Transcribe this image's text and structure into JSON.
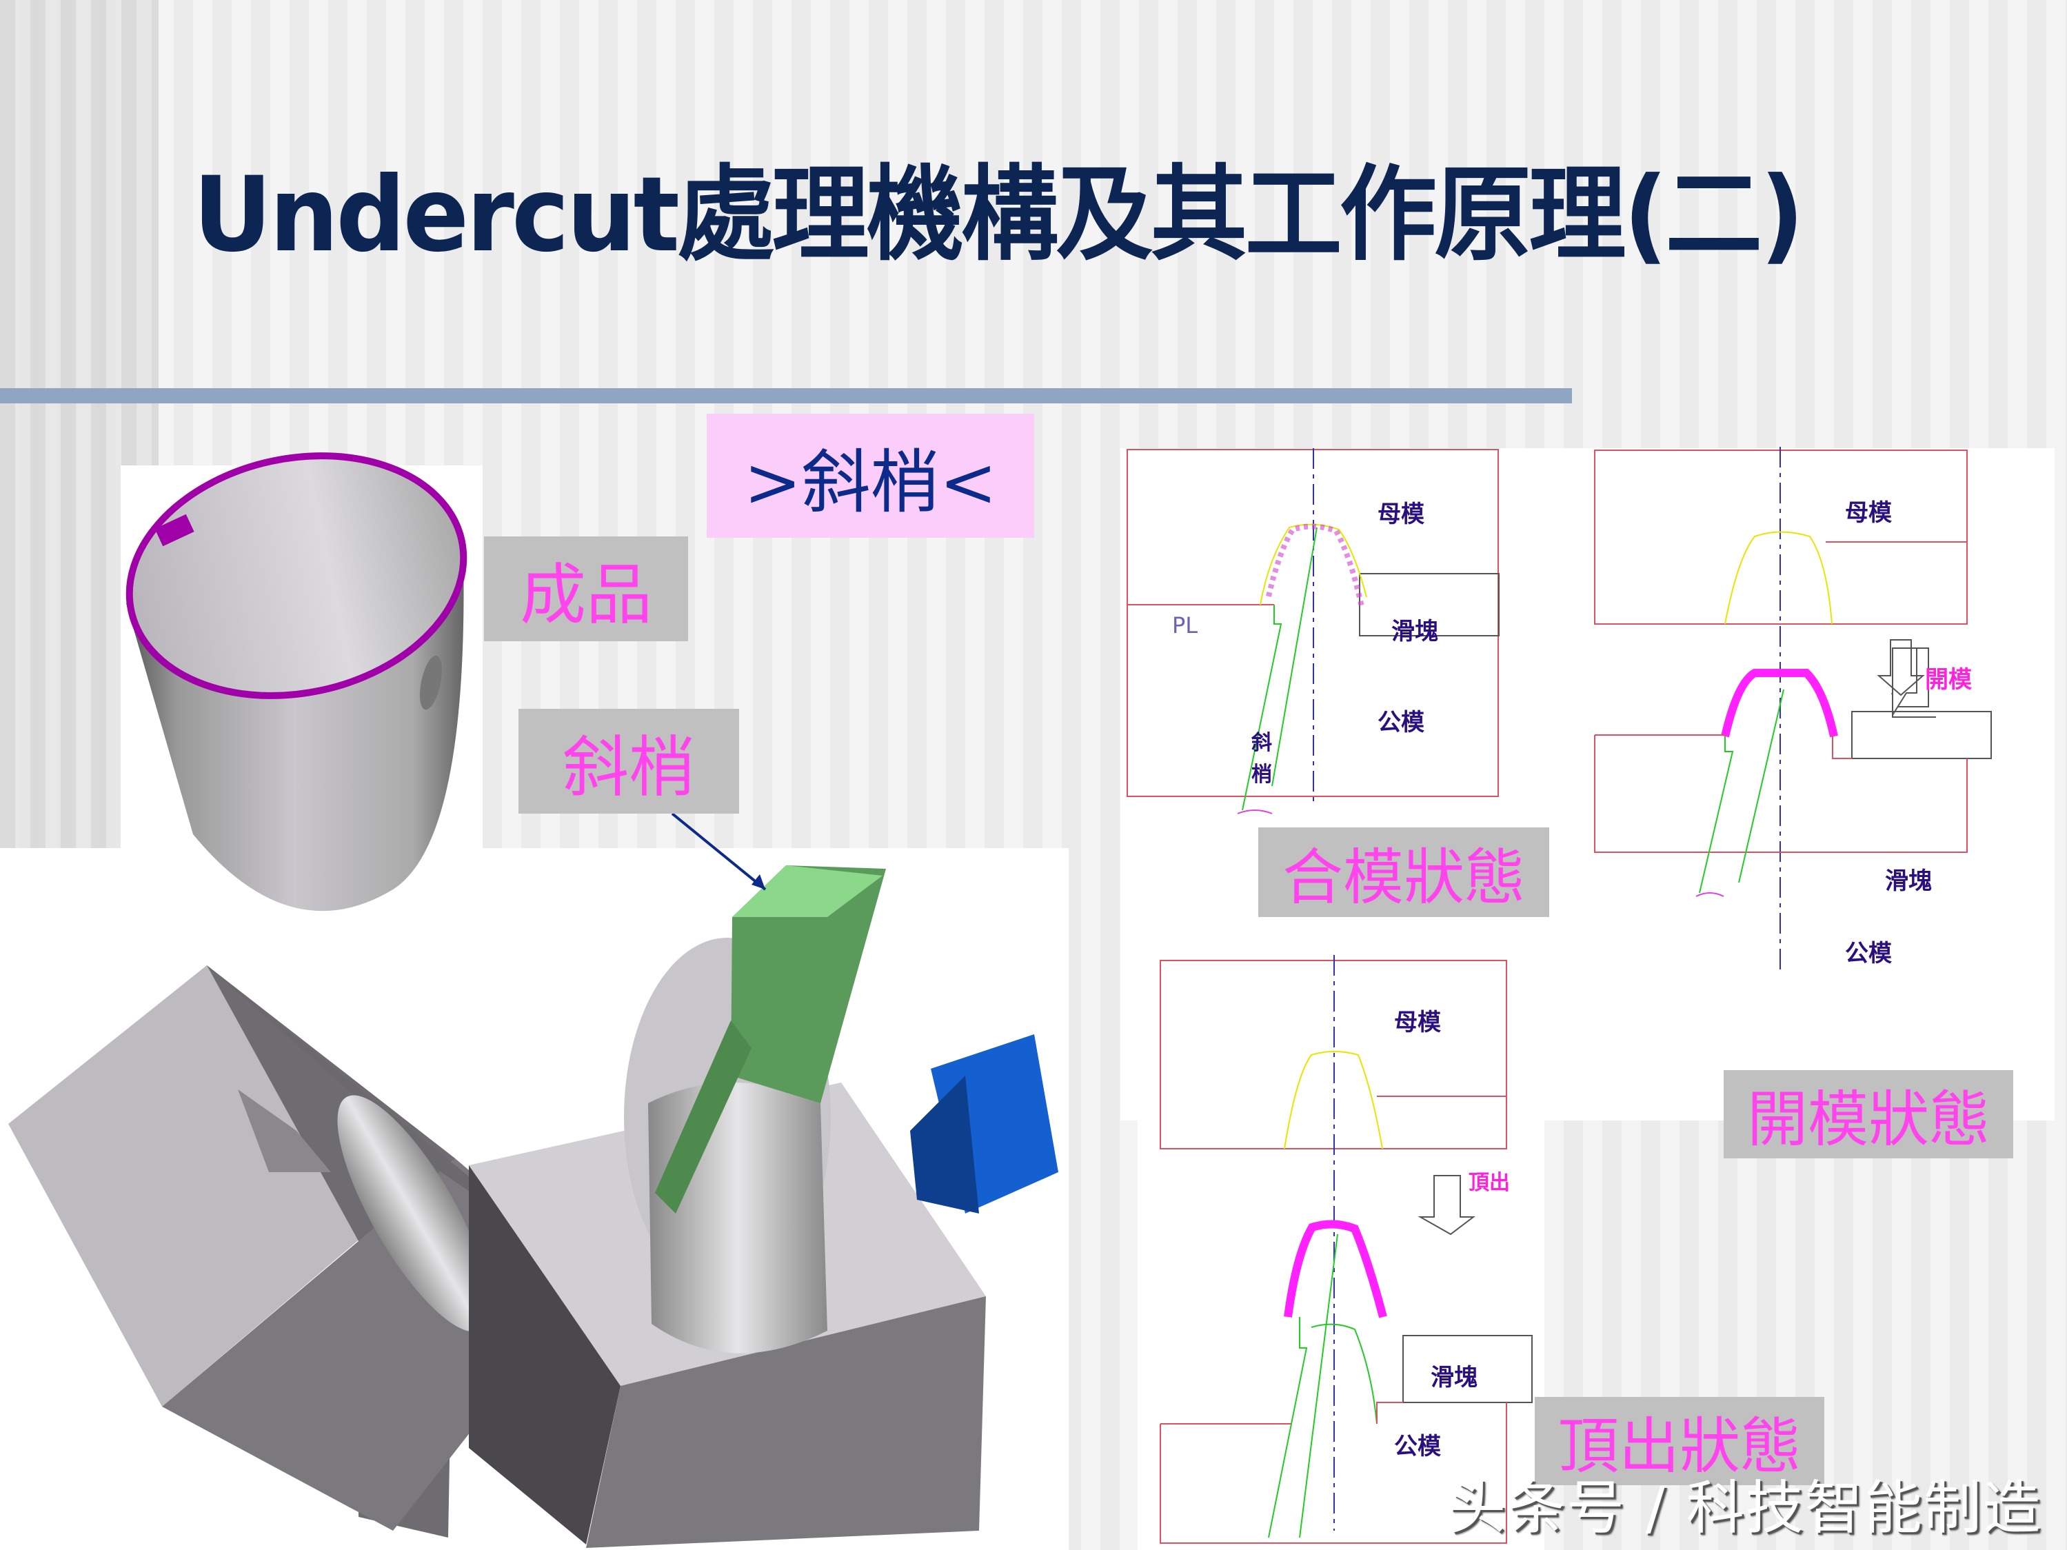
{
  "slide": {
    "title": "Undercut處理機構及其工作原理(二)",
    "section_label": ">斜梢<",
    "colors": {
      "title": "#0d2552",
      "rule": "#8ea6c3",
      "label_text": "#ff44ee",
      "label_bg": "#c0c0c0",
      "section_bg": "#fbcdfb",
      "section_text": "#0b2a8a",
      "diagram_text": "#2a0f80",
      "part_magenta": "#ff22ff",
      "lifter_green": "#5a9a5a",
      "slider_blue": "#1560d0"
    }
  },
  "render3d": {
    "product_label": "成品",
    "lifter_label": "斜梢"
  },
  "diagrams": [
    {
      "state_label": "合模狀態",
      "labels": {
        "cavity": "母模",
        "slider": "滑塊",
        "core": "公模",
        "lifter_line1": "斜",
        "lifter_line2": "梢",
        "parting_line": "PL"
      }
    },
    {
      "state_label": "開模狀態",
      "action": "開模",
      "labels": {
        "cavity": "母模",
        "slider": "滑塊",
        "core": "公模"
      }
    },
    {
      "state_label": "頂出狀態",
      "action": "頂出",
      "labels": {
        "cavity": "母模",
        "slider": "滑塊",
        "core": "公模"
      }
    }
  ],
  "watermark": "头条号 / 科技智能制造"
}
